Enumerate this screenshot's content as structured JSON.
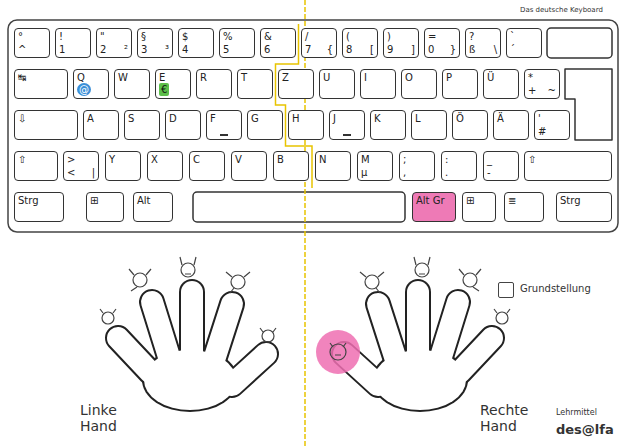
{
  "diagram": {
    "nodes": [
      {
        "text": [
          "°",
          "^"
        ]
      },
      {
        "text": [
          "!",
          "1"
        ]
      },
      {
        "text": [
          "\"",
          "2",
          "²"
        ]
      },
      {
        "text": [
          "§",
          "3",
          "³"
        ]
      },
      {
        "text": [
          "$",
          "4"
        ]
      },
      {
        "text": [
          "%",
          "5"
        ]
      },
      {
        "text": [
          "&",
          "6"
        ]
      },
      {
        "text": [
          "/",
          "7",
          "{"
        ]
      },
      {
        "text": [
          "(",
          "8",
          "["
        ]
      },
      {
        "text": [
          ")",
          "9",
          "]"
        ]
      },
      {
        "text": [
          "=",
          "0",
          "}"
        ]
      },
      {
        "text": [
          "?",
          "ß",
          "\\"
        ]
      },
      {
        "text": [
          "`",
          "´"
        ]
      },
      {
        "text": [
          "↹"
        ]
      },
      {
        "text": [
          "Q",
          "@"
        ]
      },
      {
        "text": [
          "W"
        ]
      },
      {
        "text": [
          "E",
          "€"
        ]
      },
      {
        "text": [
          "R"
        ]
      },
      {
        "text": [
          "T"
        ]
      },
      {
        "text": [
          "Z"
        ]
      },
      {
        "text": [
          "U"
        ]
      },
      {
        "text": [
          "I"
        ]
      },
      {
        "text": [
          "O"
        ]
      },
      {
        "text": [
          "P"
        ]
      },
      {
        "text": [
          "Ü"
        ]
      },
      {
        "text": [
          "*",
          "+",
          "~"
        ]
      },
      {
        "text": [
          "⇩"
        ]
      },
      {
        "text": [
          "A"
        ]
      },
      {
        "text": [
          "S"
        ]
      },
      {
        "text": [
          "D"
        ]
      },
      {
        "text": [
          "F"
        ]
      },
      {
        "text": [
          "G"
        ]
      },
      {
        "text": [
          "H"
        ]
      },
      {
        "text": [
          "J"
        ]
      },
      {
        "text": [
          "K"
        ]
      },
      {
        "text": [
          "L"
        ]
      },
      {
        "text": [
          "Ö"
        ]
      },
      {
        "text": [
          "Ä"
        ]
      },
      {
        "text": [
          "'",
          "#"
        ]
      },
      {
        "text": [
          "⇧"
        ]
      },
      {
        "text": [
          ">",
          "<",
          "|"
        ]
      },
      {
        "text": [
          "Y"
        ]
      },
      {
        "text": [
          "X"
        ]
      },
      {
        "text": [
          "C"
        ]
      },
      {
        "text": [
          "V"
        ]
      },
      {
        "text": [
          "B"
        ]
      },
      {
        "text": [
          "N"
        ]
      },
      {
        "text": [
          "M",
          "µ"
        ]
      },
      {
        "text": [
          ";",
          ","
        ]
      },
      {
        "text": [
          ":",
          "."
        ]
      },
      {
        "text": [
          "_",
          "-"
        ]
      },
      {
        "text": [
          "⇧"
        ]
      },
      {
        "text": [
          "Strg"
        ]
      },
      {
        "text": [
          "⊞"
        ]
      },
      {
        "text": [
          "Alt"
        ]
      },
      {
        "text": [
          "Alt Gr"
        ]
      },
      {
        "text": [
          "⊞"
        ]
      },
      {
        "text": [
          "≣"
        ]
      },
      {
        "text": [
          "Strg"
        ]
      }
    ],
    "labels": [
      "Das deutsche Keyboard",
      "Linke Hand",
      "Rechte Hand",
      "Lehrmittel",
      "des@lfa"
    ],
    "legend": [
      {
        "text": "Grundstellung"
      }
    ]
  }
}
